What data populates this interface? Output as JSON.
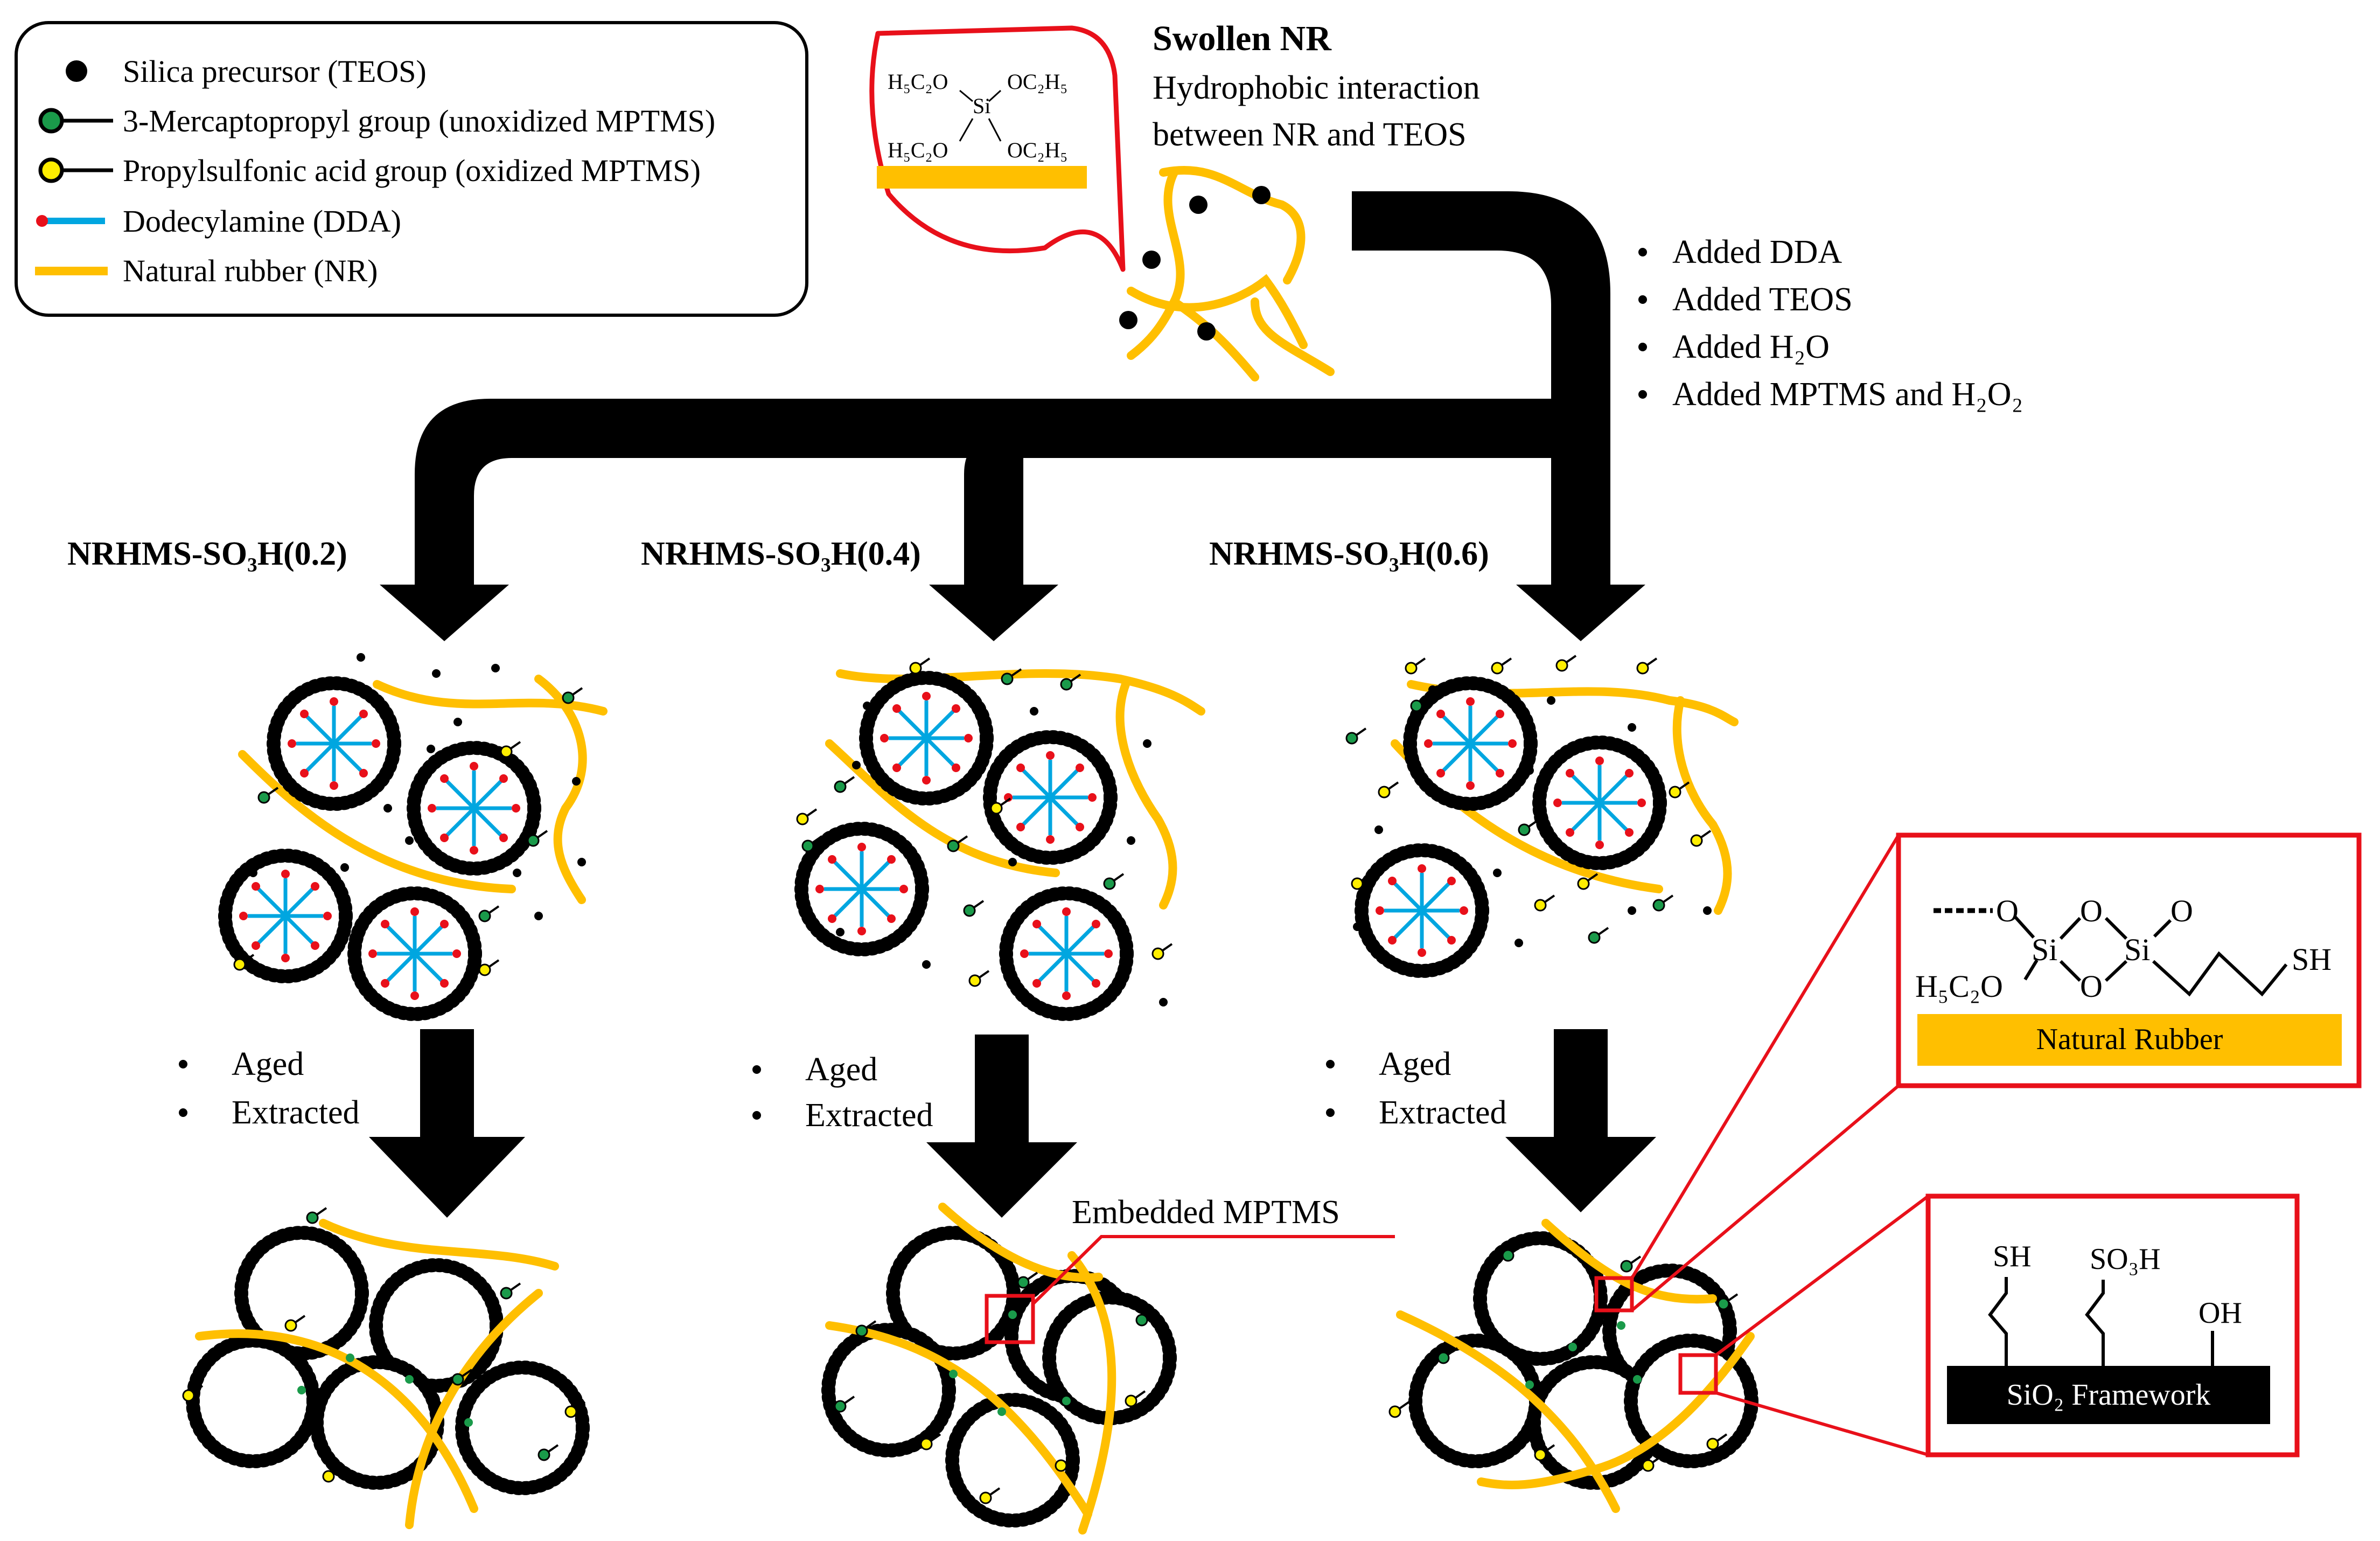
{
  "legend": {
    "items": [
      {
        "label": "Silica precursor (TEOS)",
        "icon": "black-dot"
      },
      {
        "label": "3-Mercaptopropyl group (unoxidized MPTMS)",
        "icon": "green-lollipop"
      },
      {
        "label": "Propylsulfonic acid group (oxidized MPTMS)",
        "icon": "yellow-lollipop"
      },
      {
        "label": "Dodecylamine (DDA)",
        "icon": "blue-line-red-head"
      },
      {
        "label": "Natural rubber (NR)",
        "icon": "yellow-line"
      }
    ]
  },
  "teos_bubble": {
    "tl": "H₅C₂O",
    "tr": "OC₂H₅",
    "si": "Si",
    "bl": "H₅C₂O",
    "br": "OC₂H₅"
  },
  "swollen": {
    "title": "Swollen NR",
    "line1": "Hydrophobic interaction",
    "line2": "between NR and TEOS"
  },
  "steps": [
    "Added DDA",
    "Added TEOS",
    "Added H₂O",
    "Added MPTMS and H₂O₂"
  ],
  "samples": [
    "NRHMS-SO₃H(0.2)",
    "NRHMS-SO₃H(0.4)",
    "NRHMS-SO₃H(0.6)"
  ],
  "post_steps": [
    "Aged",
    "Extracted"
  ],
  "embedded_label": "Embedded MPTMS",
  "inset_top": {
    "o1": "O",
    "si1": "Si",
    "o2": "O",
    "o3": "O",
    "si2": "Si",
    "o4": "O",
    "sh": "SH",
    "ethoxy": "H₅C₂O",
    "bar": "Natural Rubber"
  },
  "inset_bottom": {
    "sh": "SH",
    "so3h": "SO₃H",
    "oh": "OH",
    "bar": "SiO₂ Framework"
  },
  "colors": {
    "rubber": "#ffbf00",
    "green_head": "#1a9a4a",
    "yellow_head": "#ffee00",
    "dda": "#00a6e0",
    "dda_head": "#e8101a",
    "callout": "#e8101a"
  }
}
